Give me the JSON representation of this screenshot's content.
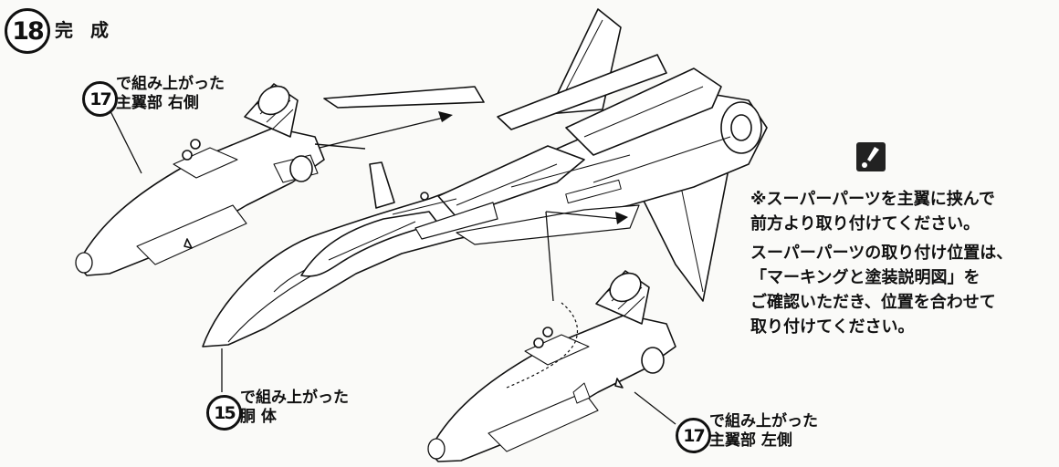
{
  "step": {
    "number": "18",
    "title": "完 成"
  },
  "callouts": [
    {
      "number": "17",
      "line1": "で組み上がった",
      "line2": "主翼部 右側"
    },
    {
      "number": "15",
      "line1": "で組み上がった",
      "line2": "胴 体"
    },
    {
      "number": "17",
      "line1": "で組み上がった",
      "line2": "主翼部 左側"
    }
  ],
  "notes": {
    "icon": "caution-icon",
    "line1": "※スーパーパーツを主翼に挟んで",
    "line2": "前方より取り付けてください。",
    "line3": "スーパーパーツの取り付け位置は、",
    "line4": "「マーキングと塗装説明図」を",
    "line5": "ご確認いただき、位置を合わせて",
    "line6": "取り付けてください。"
  }
}
